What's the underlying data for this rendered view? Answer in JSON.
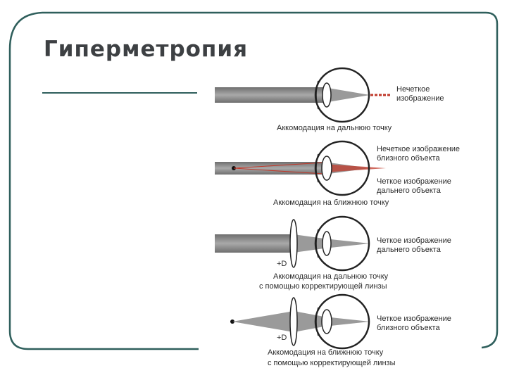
{
  "slide": {
    "title": "Гиперметропия",
    "colors": {
      "frame": "#2f5f5c",
      "beam": "#8c8c8c",
      "blur": "#c0392b",
      "text": "#2a2a2a"
    }
  },
  "panels": [
    {
      "label_primary": [
        "Нечеткое",
        "изображение"
      ],
      "label_primary_color": "#c0392b",
      "label_secondary": [],
      "caption": [
        "Аккомодация на дальнюю точку"
      ],
      "lens": false,
      "lens_label": ""
    },
    {
      "label_primary": [
        "Нечеткое изображение",
        "близного объекта"
      ],
      "label_primary_color": "#c0392b",
      "label_secondary": [
        "Четкое изображение",
        "дальнего объекта"
      ],
      "caption": [
        "Аккомодация на ближнюю точку"
      ],
      "lens": false,
      "lens_label": ""
    },
    {
      "label_primary": [
        "Четкое изображение",
        "дальнего объекта"
      ],
      "label_primary_color": "#2a2a2a",
      "label_secondary": [],
      "caption": [
        "Аккомодация на дальнюю точку",
        "с помощью корректирующей линзы"
      ],
      "lens": true,
      "lens_label": "+D"
    },
    {
      "label_primary": [
        "Четкое изображение",
        "близного объекта"
      ],
      "label_primary_color": "#2a2a2a",
      "label_secondary": [],
      "caption": [
        "Аккомодация на ближнюю точку",
        "с помощью корректирующей линзы"
      ],
      "lens": true,
      "lens_label": "+D"
    }
  ]
}
